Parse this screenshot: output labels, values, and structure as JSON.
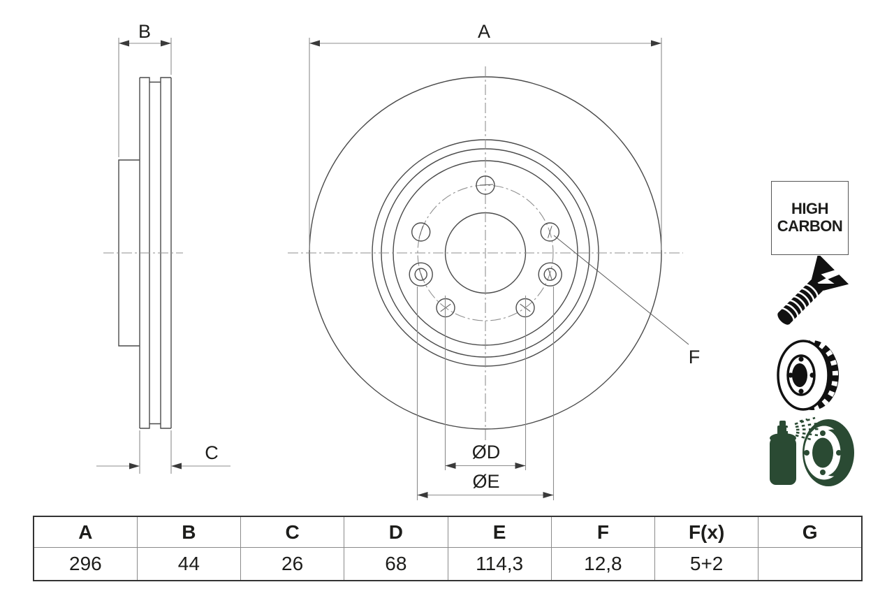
{
  "drawing": {
    "labels": {
      "a": "A",
      "b": "B",
      "c": "C",
      "d": "ØD",
      "e": "ØE",
      "f": "F"
    }
  },
  "badge": {
    "line1": "HIGH",
    "line2": "CARBON"
  },
  "icons": {
    "screw": "countersunk-screw-icon",
    "disc": "vented-brake-disc-icon",
    "spray": "spray-can-and-disc-icon"
  },
  "table": {
    "headers": [
      "A",
      "B",
      "C",
      "D",
      "E",
      "F",
      "F(x)",
      "G"
    ],
    "values": [
      "296",
      "44",
      "26",
      "68",
      "114,3",
      "12,8",
      "5+2",
      ""
    ]
  },
  "colors": {
    "line": "#4a4a4a",
    "dimension": "#8c8c8c",
    "icon_green": "#2a4a33",
    "text": "#1d1d1b"
  }
}
